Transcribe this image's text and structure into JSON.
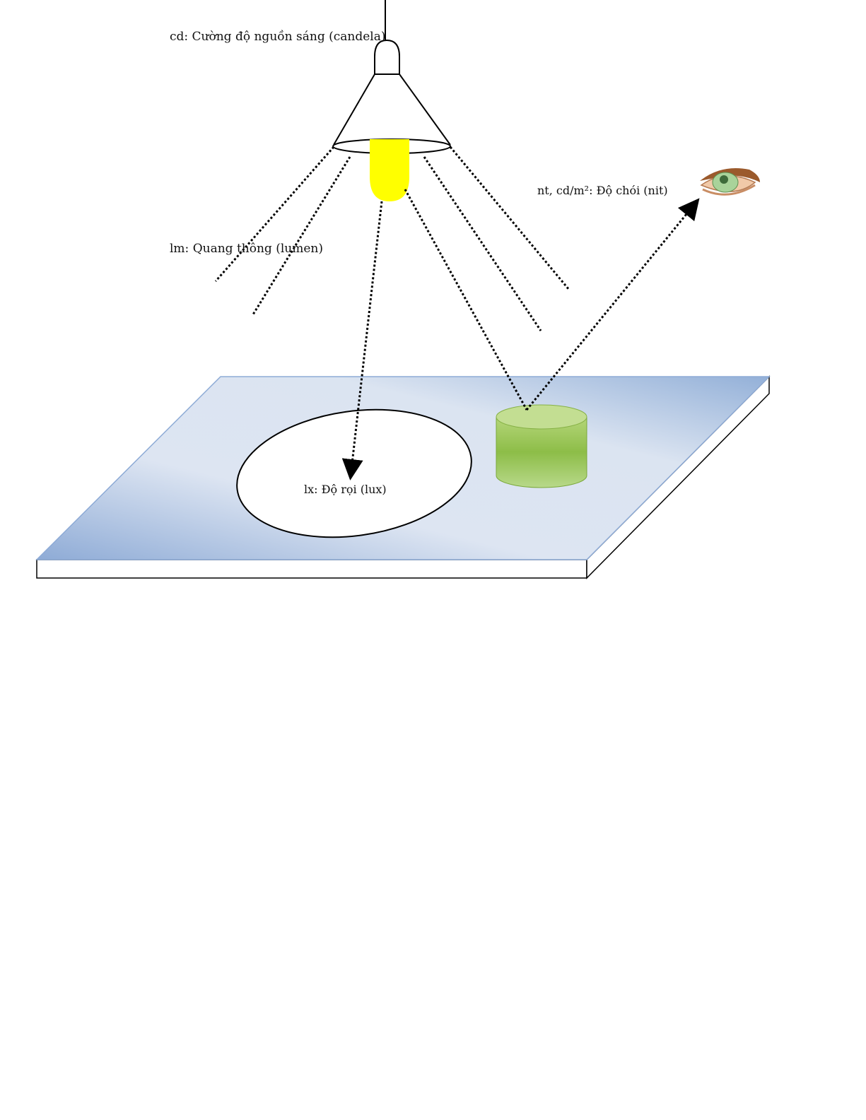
{
  "labels": {
    "candela": "cd: Cường độ nguồn sáng (candela)",
    "lumen": "lm: Quang thông (lumen)",
    "nit": "nt, cd/m²: Độ chói (nit)",
    "lux": "lx: Độ rọi (lux)"
  },
  "colors": {
    "bulb": "#ffff00",
    "table_top": "#b8c9e3",
    "cylinder": "#8fbf4a"
  }
}
